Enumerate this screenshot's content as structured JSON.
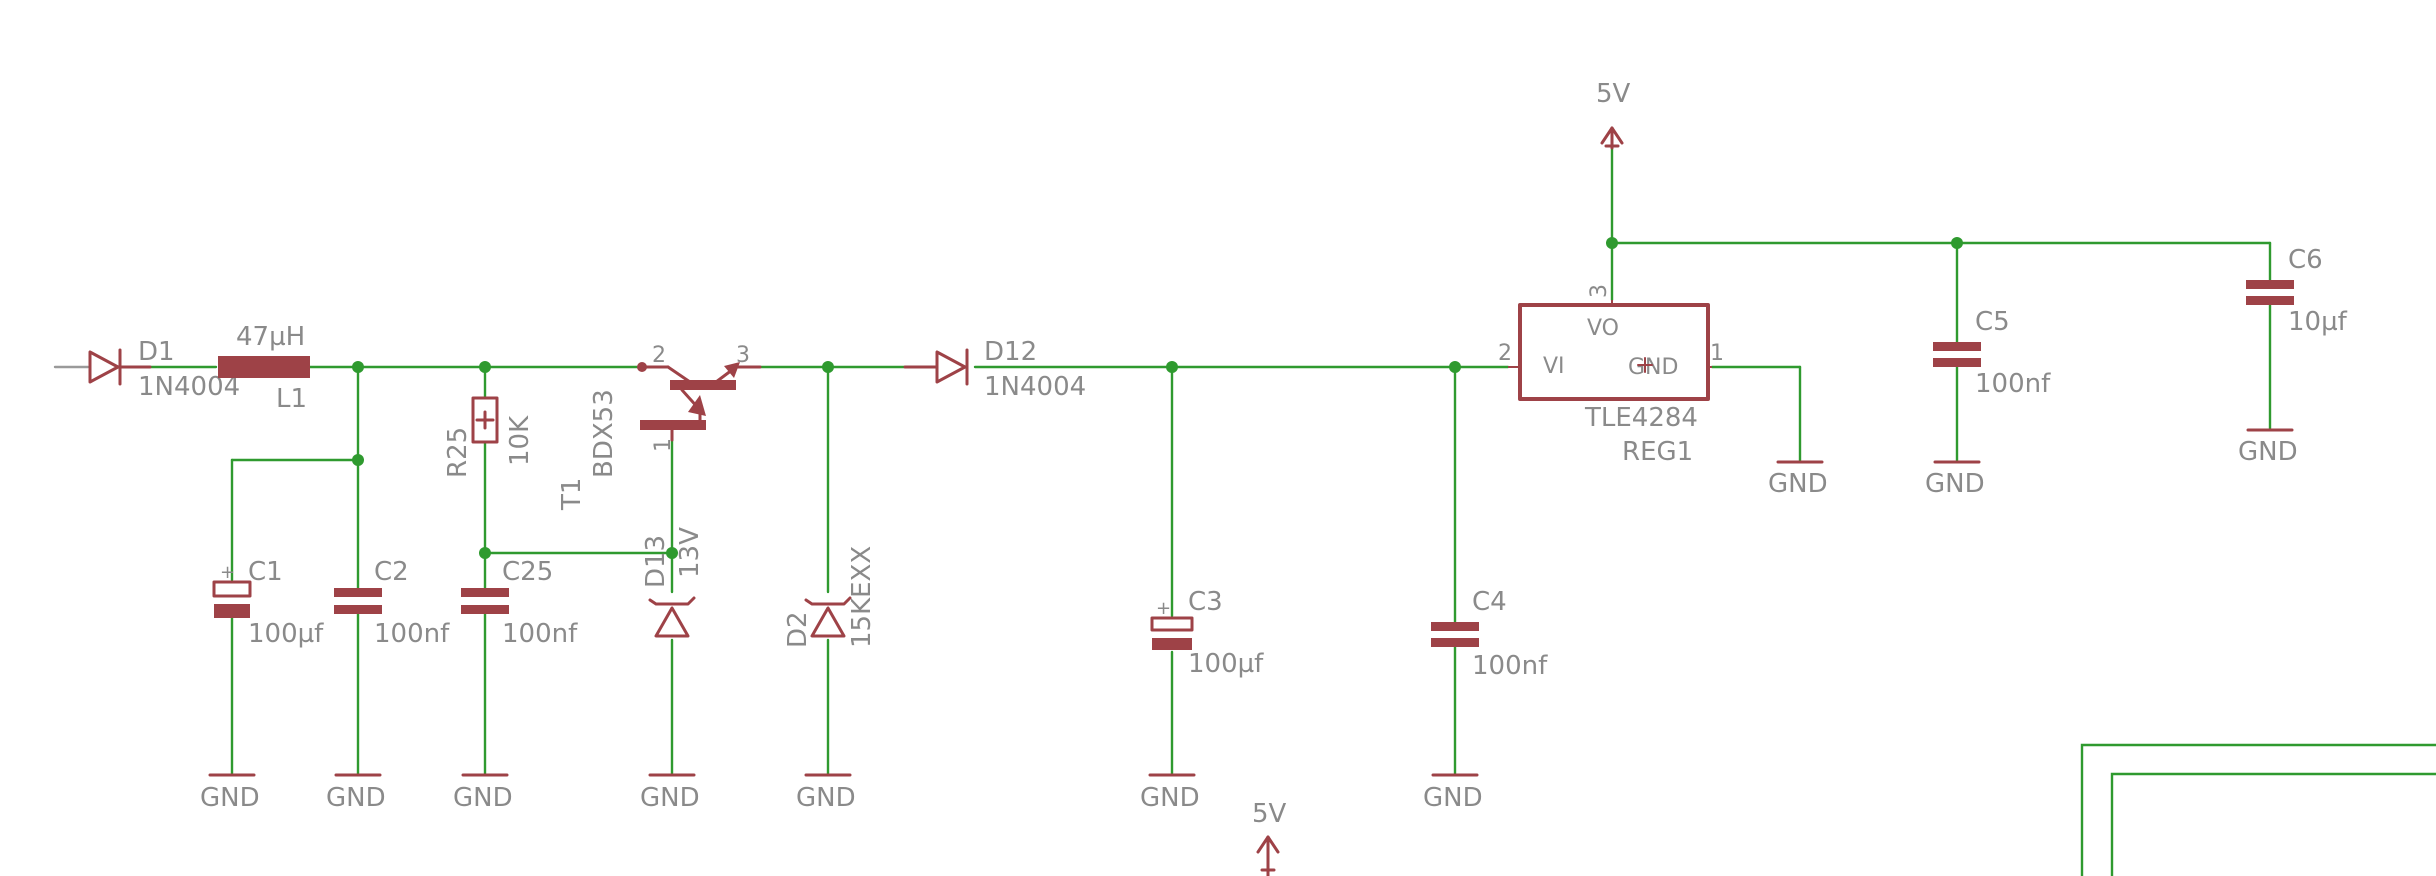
{
  "colors": {
    "wire": "#2f9a2f",
    "part": "#9e4247",
    "label": "#8a8a8a",
    "background": "#ffffff"
  },
  "labels": {
    "d1_name": "D1",
    "d1_value": "1N4004",
    "l1_value": "47µH",
    "l1_name": "L1",
    "r25_name": "R25",
    "r25_value": "10K",
    "t1_value": "BDX53",
    "t1_name": "T1",
    "t1_pin2": "2",
    "t1_pin3": "3",
    "t1_pin1": "1",
    "d13_name": "D13",
    "d13_value": "13V",
    "d2_name": "D2",
    "d2_value": "15KEXX",
    "d12_name": "D12",
    "d12_value": "1N4004",
    "c1_name": "C1",
    "c1_value": "100µf",
    "c2_name": "C2",
    "c2_value": "100nf",
    "c25_name": "C25",
    "c25_value": "100nf",
    "c3_name": "C3",
    "c3_value": "100µf",
    "c4_name": "C4",
    "c4_value": "100nf",
    "c5_name": "C5",
    "c5_value": "100nf",
    "c6_name": "C6",
    "c6_value": "10µf",
    "reg_type": "TLE4284",
    "reg_name": "REG1",
    "reg_pin_vo": "VO",
    "reg_pin_vi": "VI",
    "reg_pin_gnd": "GND",
    "reg_pinnum_3": "3",
    "reg_pinnum_2": "2",
    "reg_pinnum_1": "1",
    "supply_top": "5V",
    "supply_bottom": "5V",
    "gnd": "GND"
  }
}
